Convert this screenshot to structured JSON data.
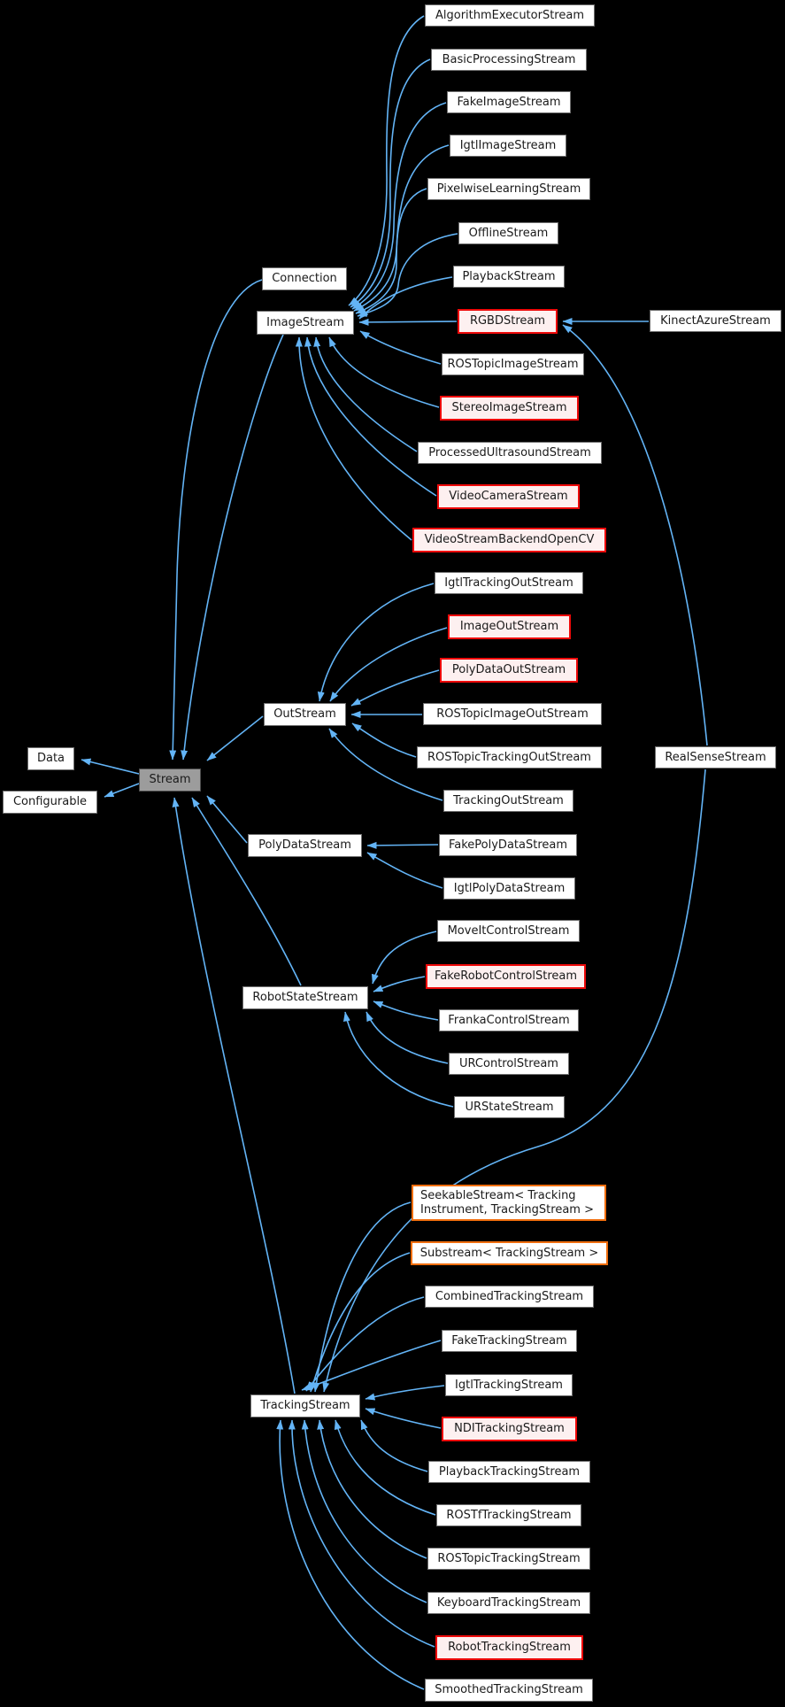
{
  "diagram": {
    "type": "class-inheritance-graph",
    "background_color": "#000000",
    "edge_color": "#63b4f6",
    "node_colors": {
      "default_fill": "#ffffff",
      "default_border": "#6e6e6e",
      "current_fill": "#9c9c9c",
      "current_border": "#4d4d4d",
      "truncated_fill": "#fdf0f0",
      "truncated_border": "#ee0909",
      "template_border": "#f06e0e",
      "text": "#1a1a1a"
    },
    "nodes": [
      {
        "id": "data",
        "label": "Data",
        "style": "default"
      },
      {
        "id": "configurable",
        "label": "Configurable",
        "style": "default"
      },
      {
        "id": "stream",
        "label": "Stream",
        "style": "current"
      },
      {
        "id": "connection",
        "label": "Connection",
        "style": "default"
      },
      {
        "id": "image-stream",
        "label": "ImageStream",
        "style": "default"
      },
      {
        "id": "out-stream",
        "label": "OutStream",
        "style": "default"
      },
      {
        "id": "polydata-stream",
        "label": "PolyDataStream",
        "style": "default"
      },
      {
        "id": "robot-state-stream",
        "label": "RobotStateStream",
        "style": "default"
      },
      {
        "id": "tracking-stream",
        "label": "TrackingStream",
        "style": "default"
      },
      {
        "id": "algorithm-executor-stream",
        "label": "AlgorithmExecutorStream",
        "style": "default"
      },
      {
        "id": "basic-processing-stream",
        "label": "BasicProcessingStream",
        "style": "default"
      },
      {
        "id": "fake-image-stream",
        "label": "FakeImageStream",
        "style": "default"
      },
      {
        "id": "igtl-image-stream",
        "label": "IgtlImageStream",
        "style": "default"
      },
      {
        "id": "pixelwise-learning-stream",
        "label": "PixelwiseLearningStream",
        "style": "default"
      },
      {
        "id": "offline-stream",
        "label": "OfflineStream",
        "style": "default"
      },
      {
        "id": "playback-stream",
        "label": "PlaybackStream",
        "style": "default"
      },
      {
        "id": "rgbd-stream",
        "label": "RGBDStream",
        "style": "truncated"
      },
      {
        "id": "kinect-azure-stream",
        "label": "KinectAzureStream",
        "style": "default"
      },
      {
        "id": "rostopic-image-stream",
        "label": "ROSTopicImageStream",
        "style": "default"
      },
      {
        "id": "stereo-image-stream",
        "label": "StereoImageStream",
        "style": "truncated"
      },
      {
        "id": "processed-ultrasound-stream",
        "label": "ProcessedUltrasoundStream",
        "style": "default"
      },
      {
        "id": "video-camera-stream",
        "label": "VideoCameraStream",
        "style": "truncated"
      },
      {
        "id": "video-stream-backend-opencv",
        "label": "VideoStreamBackendOpenCV",
        "style": "truncated"
      },
      {
        "id": "igtl-tracking-out-stream",
        "label": "IgtlTrackingOutStream",
        "style": "default"
      },
      {
        "id": "image-out-stream",
        "label": "ImageOutStream",
        "style": "truncated"
      },
      {
        "id": "polydata-out-stream",
        "label": "PolyDataOutStream",
        "style": "truncated"
      },
      {
        "id": "rostopic-image-out-stream",
        "label": "ROSTopicImageOutStream",
        "style": "default"
      },
      {
        "id": "rostopic-tracking-out-stream",
        "label": "ROSTopicTrackingOutStream",
        "style": "default"
      },
      {
        "id": "realsense-stream",
        "label": "RealSenseStream",
        "style": "default"
      },
      {
        "id": "tracking-out-stream",
        "label": "TrackingOutStream",
        "style": "default"
      },
      {
        "id": "fake-polydata-stream",
        "label": "FakePolyDataStream",
        "style": "default"
      },
      {
        "id": "igtl-polydata-stream",
        "label": "IgtlPolyDataStream",
        "style": "default"
      },
      {
        "id": "moveit-control-stream",
        "label": "MoveItControlStream",
        "style": "default"
      },
      {
        "id": "fake-robot-control-stream",
        "label": "FakeRobotControlStream",
        "style": "truncated"
      },
      {
        "id": "franka-control-stream",
        "label": "FrankaControlStream",
        "style": "default"
      },
      {
        "id": "ur-control-stream",
        "label": "URControlStream",
        "style": "default"
      },
      {
        "id": "ur-state-stream",
        "label": "URStateStream",
        "style": "default"
      },
      {
        "id": "seekable-stream",
        "label": "SeekableStream< Tracking\nInstrument, TrackingStream >",
        "style": "template"
      },
      {
        "id": "substream",
        "label": "Substream< TrackingStream >",
        "style": "template"
      },
      {
        "id": "combined-tracking-stream",
        "label": "CombinedTrackingStream",
        "style": "default"
      },
      {
        "id": "fake-tracking-stream",
        "label": "FakeTrackingStream",
        "style": "default"
      },
      {
        "id": "igtl-tracking-stream",
        "label": "IgtlTrackingStream",
        "style": "default"
      },
      {
        "id": "ndi-tracking-stream",
        "label": "NDITrackingStream",
        "style": "truncated"
      },
      {
        "id": "playback-tracking-stream",
        "label": "PlaybackTrackingStream",
        "style": "default"
      },
      {
        "id": "rostf-tracking-stream",
        "label": "ROSTfTrackingStream",
        "style": "default"
      },
      {
        "id": "rostopic-tracking-stream",
        "label": "ROSTopicTrackingStream",
        "style": "default"
      },
      {
        "id": "keyboard-tracking-stream",
        "label": "KeyboardTrackingStream",
        "style": "default"
      },
      {
        "id": "robot-tracking-stream",
        "label": "RobotTrackingStream",
        "style": "truncated"
      },
      {
        "id": "smoothed-tracking-stream",
        "label": "SmoothedTrackingStream",
        "style": "default"
      }
    ],
    "edges": [
      {
        "from": "Stream",
        "to": "Data"
      },
      {
        "from": "Stream",
        "to": "Configurable"
      },
      {
        "from": "Connection",
        "to": "Stream"
      },
      {
        "from": "ImageStream",
        "to": "Stream"
      },
      {
        "from": "OutStream",
        "to": "Stream"
      },
      {
        "from": "PolyDataStream",
        "to": "Stream"
      },
      {
        "from": "RobotStateStream",
        "to": "Stream"
      },
      {
        "from": "TrackingStream",
        "to": "Stream"
      },
      {
        "from": "AlgorithmExecutorStream",
        "to": "ImageStream"
      },
      {
        "from": "BasicProcessingStream",
        "to": "ImageStream"
      },
      {
        "from": "FakeImageStream",
        "to": "ImageStream"
      },
      {
        "from": "IgtlImageStream",
        "to": "ImageStream"
      },
      {
        "from": "PixelwiseLearningStream",
        "to": "ImageStream"
      },
      {
        "from": "OfflineStream",
        "to": "ImageStream"
      },
      {
        "from": "PlaybackStream",
        "to": "ImageStream"
      },
      {
        "from": "RGBDStream",
        "to": "ImageStream"
      },
      {
        "from": "ROSTopicImageStream",
        "to": "ImageStream"
      },
      {
        "from": "StereoImageStream",
        "to": "ImageStream"
      },
      {
        "from": "ProcessedUltrasoundStream",
        "to": "ImageStream"
      },
      {
        "from": "VideoCameraStream",
        "to": "ImageStream"
      },
      {
        "from": "VideoStreamBackendOpenCV",
        "to": "ImageStream"
      },
      {
        "from": "KinectAzureStream",
        "to": "RGBDStream"
      },
      {
        "from": "RealSenseStream",
        "to": "RGBDStream"
      },
      {
        "from": "IgtlTrackingOutStream",
        "to": "OutStream"
      },
      {
        "from": "ImageOutStream",
        "to": "OutStream"
      },
      {
        "from": "PolyDataOutStream",
        "to": "OutStream"
      },
      {
        "from": "ROSTopicImageOutStream",
        "to": "OutStream"
      },
      {
        "from": "ROSTopicTrackingOutStream",
        "to": "OutStream"
      },
      {
        "from": "TrackingOutStream",
        "to": "OutStream"
      },
      {
        "from": "FakePolyDataStream",
        "to": "PolyDataStream"
      },
      {
        "from": "IgtlPolyDataStream",
        "to": "PolyDataStream"
      },
      {
        "from": "MoveItControlStream",
        "to": "RobotStateStream"
      },
      {
        "from": "FakeRobotControlStream",
        "to": "RobotStateStream"
      },
      {
        "from": "FrankaControlStream",
        "to": "RobotStateStream"
      },
      {
        "from": "URControlStream",
        "to": "RobotStateStream"
      },
      {
        "from": "URStateStream",
        "to": "RobotStateStream"
      },
      {
        "from": "RealSenseStream",
        "to": "TrackingStream"
      },
      {
        "from": "SeekableStream< TrackingInstrument, TrackingStream >",
        "to": "TrackingStream"
      },
      {
        "from": "Substream< TrackingStream >",
        "to": "TrackingStream"
      },
      {
        "from": "CombinedTrackingStream",
        "to": "TrackingStream"
      },
      {
        "from": "FakeTrackingStream",
        "to": "TrackingStream"
      },
      {
        "from": "IgtlTrackingStream",
        "to": "TrackingStream"
      },
      {
        "from": "NDITrackingStream",
        "to": "TrackingStream"
      },
      {
        "from": "PlaybackTrackingStream",
        "to": "TrackingStream"
      },
      {
        "from": "ROSTfTrackingStream",
        "to": "TrackingStream"
      },
      {
        "from": "ROSTopicTrackingStream",
        "to": "TrackingStream"
      },
      {
        "from": "KeyboardTrackingStream",
        "to": "TrackingStream"
      },
      {
        "from": "RobotTrackingStream",
        "to": "TrackingStream"
      },
      {
        "from": "SmoothedTrackingStream",
        "to": "TrackingStream"
      }
    ]
  }
}
